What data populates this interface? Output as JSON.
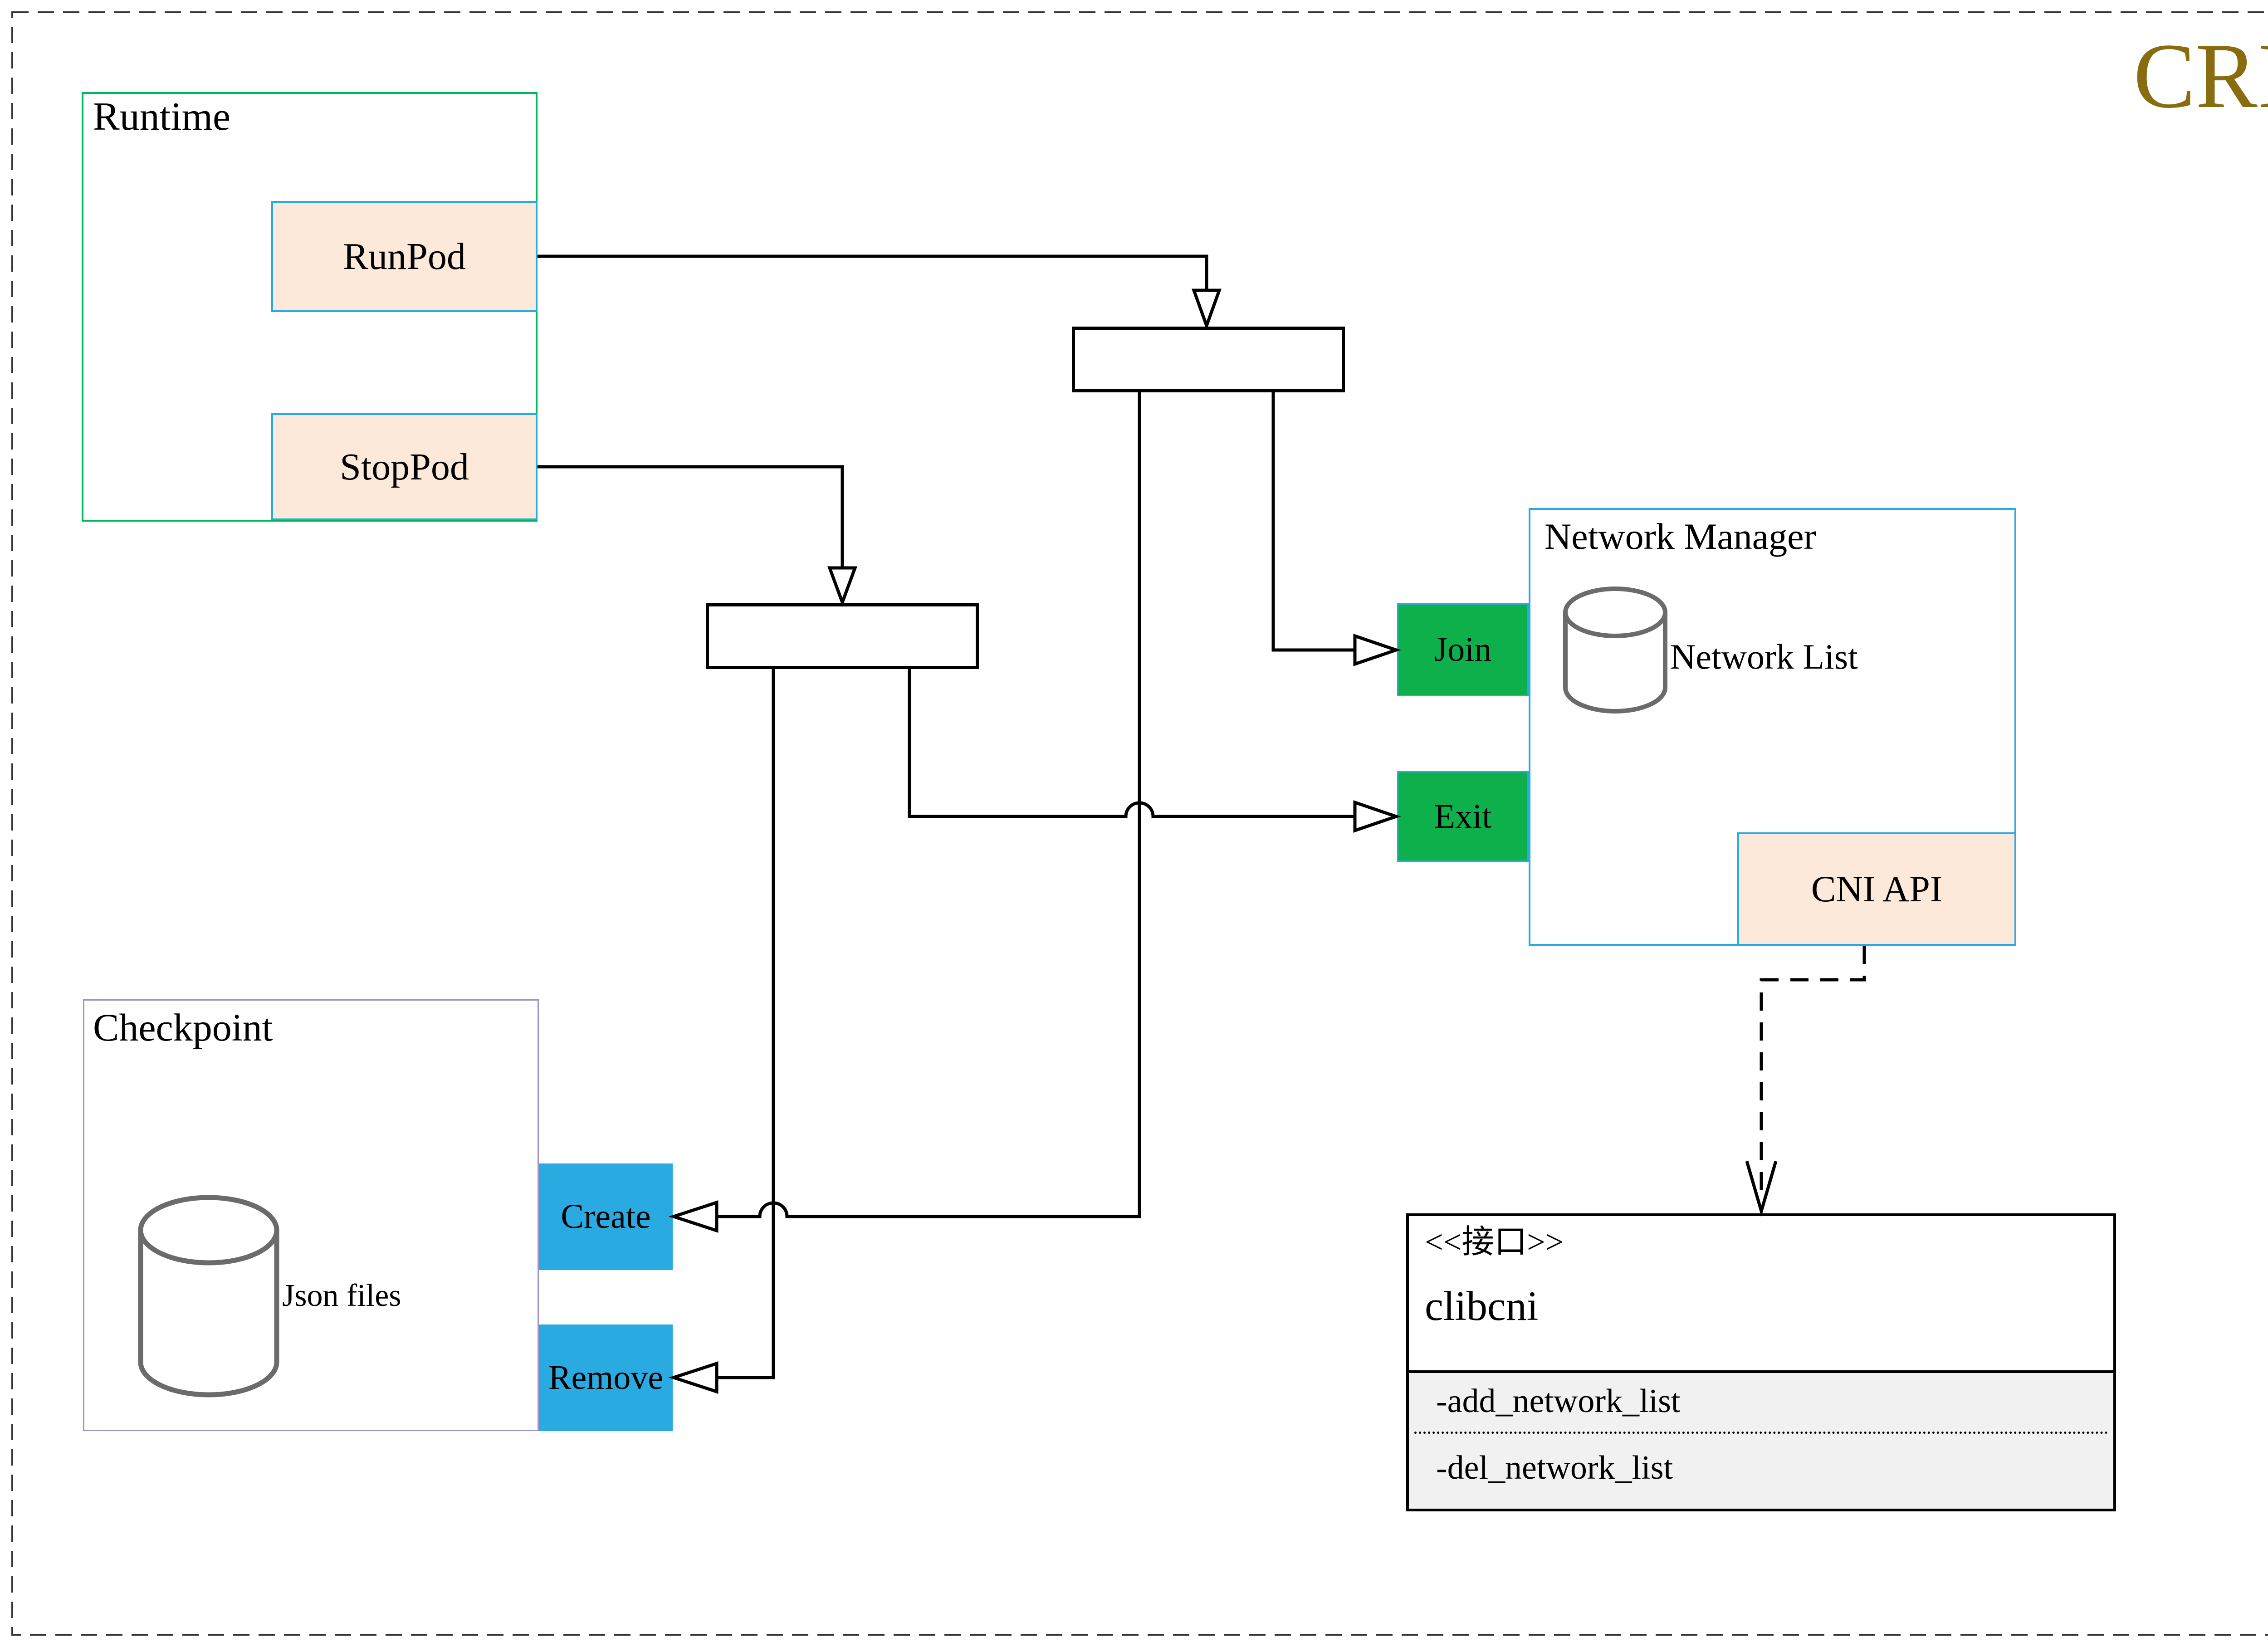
{
  "page": {
    "brand": "CRI"
  },
  "runtime": {
    "title": "Runtime",
    "items": [
      {
        "label": "RunPod"
      },
      {
        "label": "StopPod"
      }
    ]
  },
  "checkpoint": {
    "title": "Checkpoint",
    "datastore": "Json files",
    "actions": [
      {
        "label": "Create"
      },
      {
        "label": "Remove"
      }
    ]
  },
  "network_manager": {
    "title": "Network Manager",
    "datastore": "Network List",
    "ops": [
      {
        "label": "Join"
      },
      {
        "label": "Exit"
      }
    ],
    "api": "CNI API"
  },
  "clibcni": {
    "stereotype": "<<接口>>",
    "name": "clibcni",
    "methods": [
      {
        "label": "-add_network_list"
      },
      {
        "label": "-del_network_list"
      }
    ]
  },
  "colors": {
    "brand_gold": "#8a6c10",
    "accent_blue": "#29abe2",
    "peach_fill": "#fce9da",
    "green_fill": "#0db04b",
    "runtime_border_green": "#00b85c",
    "checkpoint_border_purple": "#a394c7",
    "cylinder_gray": "#6b6b6b",
    "methods_bg": "#f1f1f1"
  }
}
